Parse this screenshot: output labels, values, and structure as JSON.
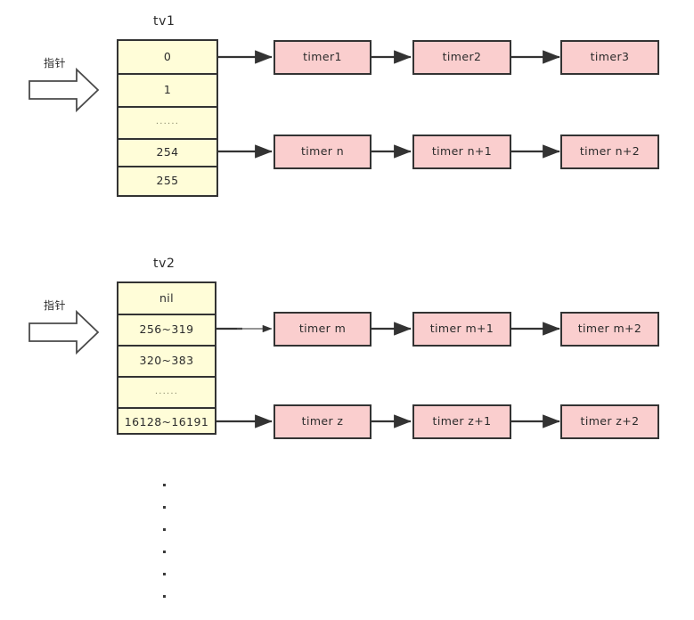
{
  "diagram": {
    "title_hidden": "",
    "colors": {
      "bucket_fill": "#fffdd8",
      "timer_fill": "#facece",
      "stroke": "#333333",
      "background": "#ffffff",
      "text": "#2b2b2b"
    }
  },
  "sections": [
    {
      "id": "tv1",
      "caption": "tv1",
      "pointer_label": "指针",
      "buckets": [
        {
          "label": "0",
          "has_link": true
        },
        {
          "label": "1",
          "has_link": false
        },
        {
          "label": "......",
          "has_link": false,
          "is_ellipsis": true
        },
        {
          "label": "254",
          "has_link": true
        },
        {
          "label": "255",
          "has_link": false
        }
      ],
      "chains": [
        {
          "from_bucket": "0",
          "nodes": [
            "timer1",
            "timer2",
            "timer3"
          ]
        },
        {
          "from_bucket": "254",
          "nodes": [
            "timer n",
            "timer n+1",
            "timer n+2"
          ]
        }
      ]
    },
    {
      "id": "tv2",
      "caption": "tv2",
      "pointer_label": "指针",
      "buckets": [
        {
          "label": "nil",
          "has_link": false
        },
        {
          "label": "256~319",
          "has_link": true
        },
        {
          "label": "320~383",
          "has_link": false
        },
        {
          "label": "......",
          "has_link": false,
          "is_ellipsis": true
        },
        {
          "label": "16128~16191",
          "has_link": true
        }
      ],
      "chains": [
        {
          "from_bucket": "256~319",
          "nodes": [
            "timer m",
            "timer m+1",
            "timer m+2"
          ]
        },
        {
          "from_bucket": "16128~16191",
          "nodes": [
            "timer z",
            "timer z+1",
            "timer z+2"
          ]
        }
      ]
    }
  ],
  "continuation": {
    "name": "vertical-ellipsis",
    "dot_count": 6
  }
}
